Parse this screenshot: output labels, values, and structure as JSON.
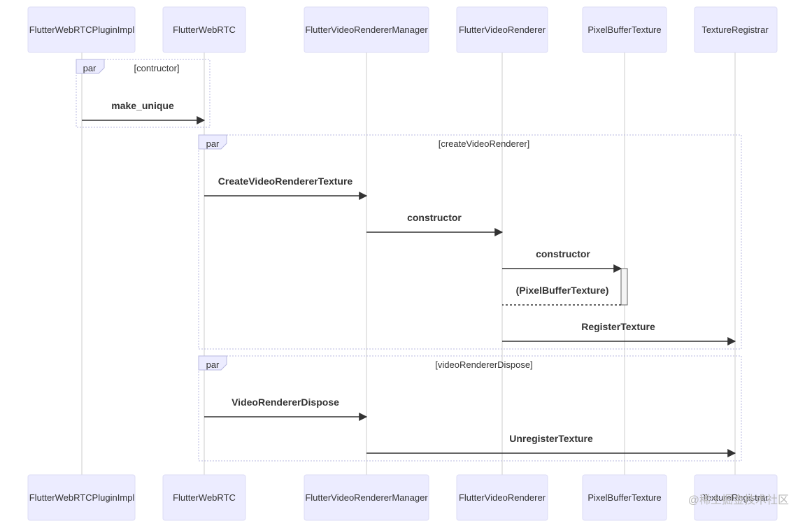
{
  "participants": [
    {
      "id": "p0",
      "name": "FlutterWebRTCPluginImpl"
    },
    {
      "id": "p1",
      "name": "FlutterWebRTC"
    },
    {
      "id": "p2",
      "name": "FlutterVideoRendererManager"
    },
    {
      "id": "p3",
      "name": "FlutterVideoRenderer"
    },
    {
      "id": "p4",
      "name": "PixelBufferTexture"
    },
    {
      "id": "p5",
      "name": "TextureRegistrar"
    }
  ],
  "frames": [
    {
      "id": "f0",
      "label": "par",
      "condition": "[contructor]"
    },
    {
      "id": "f1",
      "label": "par",
      "condition": "[createVideoRenderer]"
    },
    {
      "id": "f2",
      "label": "par",
      "condition": "[videoRendererDispose]"
    }
  ],
  "messages": [
    {
      "id": "m0",
      "text": "make_unique",
      "from": "p0",
      "to": "p1",
      "style": "solid"
    },
    {
      "id": "m1",
      "text": "CreateVideoRendererTexture",
      "from": "p1",
      "to": "p2",
      "style": "solid"
    },
    {
      "id": "m2",
      "text": "constructor",
      "from": "p2",
      "to": "p3",
      "style": "solid"
    },
    {
      "id": "m3",
      "text": "constructor",
      "from": "p3",
      "to": "p4",
      "style": "solid"
    },
    {
      "id": "m4",
      "text": "(PixelBufferTexture)",
      "from": "p4",
      "to": "p3",
      "style": "dotted"
    },
    {
      "id": "m5",
      "text": "RegisterTexture",
      "from": "p3",
      "to": "p5",
      "style": "solid"
    },
    {
      "id": "m6",
      "text": "VideoRendererDispose",
      "from": "p1",
      "to": "p2",
      "style": "solid"
    },
    {
      "id": "m7",
      "text": "UnregisterTexture",
      "from": "p2",
      "to": "p5",
      "style": "solid"
    }
  ],
  "watermark": "@稀土掘金技术社区",
  "colors": {
    "actor_fill": "#ECECFF",
    "actor_stroke": "#dcdcf5",
    "lifeline": "#cccccc",
    "frame_stroke": "#b8b8e0",
    "message_line": "#333333"
  }
}
